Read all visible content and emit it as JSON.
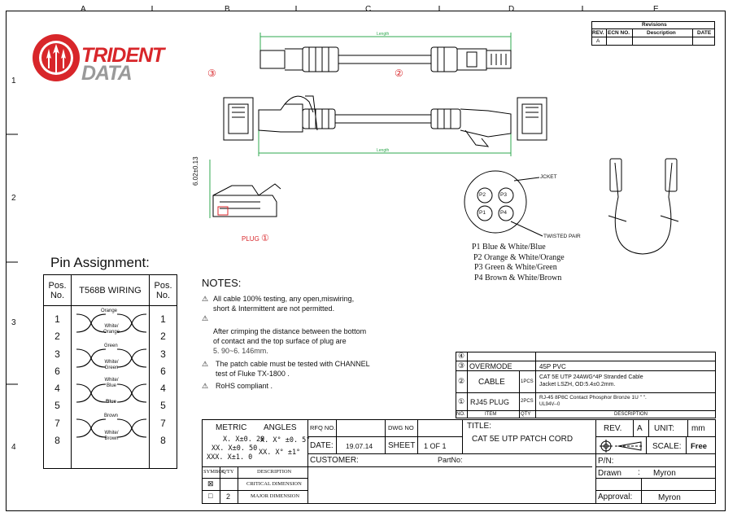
{
  "grid": {
    "cols": [
      "A",
      "B",
      "C",
      "D",
      "E"
    ],
    "rows": [
      "1",
      "2",
      "3",
      "4"
    ]
  },
  "logo": {
    "line1": "TRIDENT",
    "line2": "DATA"
  },
  "revisions": {
    "title": "Revisions",
    "headers": [
      "REV.",
      "ECN NO.",
      "Description",
      "DATE"
    ],
    "row": [
      "A",
      "",
      "",
      ""
    ]
  },
  "callouts": {
    "c3": "③",
    "c2": "②",
    "plug": "PLUG",
    "plug_num": "①"
  },
  "dims": {
    "top_length": "Length",
    "bottom_length": "Length",
    "height": "6.02±0.13"
  },
  "cable_section": {
    "jacket": "JCKET",
    "twisted": "TWISTED PAIR",
    "pairs": [
      "P2",
      "P3",
      "P1",
      "P4"
    ],
    "legend": [
      "P1  Blue & White/Blue",
      "P2  Orange & White/Orange",
      "P3  Green & White/Green",
      "P4  Brown & White/Brown"
    ]
  },
  "pin_assignment": {
    "title": "Pin Assignment:",
    "headers": [
      "Pos.\nNo.",
      "T568B WIRING",
      "Pos.\nNo."
    ],
    "rows": [
      {
        "left": "1",
        "right": "1",
        "wire": "Orange"
      },
      {
        "left": "2",
        "right": "2",
        "wire": "White/ Orange"
      },
      {
        "left": "3",
        "right": "3",
        "wire": "Green"
      },
      {
        "left": "6",
        "right": "6",
        "wire": "White/ Green"
      },
      {
        "left": "4",
        "right": "4",
        "wire": "White/ Blue"
      },
      {
        "left": "5",
        "right": "5",
        "wire": "Blue"
      },
      {
        "left": "7",
        "right": "7",
        "wire": "Brown"
      },
      {
        "left": "8",
        "right": "8",
        "wire": "White/ Brown"
      }
    ]
  },
  "notes": {
    "title": "NOTES:",
    "n1a": "All cable 100% testing, any open,miswiring,",
    "n1b": "short & Intermittent are not permitted.",
    "n2a": "After crimping the distance between the bottom",
    "n2b": "of contact and the top surface of plug are",
    "n2c": "5. 90~6. 146mm.",
    "n3a": "The patch cable must be tested  with CHANNEL",
    "n3b": "test of Fluke TX-1800 .",
    "n4": "RoHS compliant ."
  },
  "bom": {
    "rows": [
      {
        "no": "④",
        "item": "",
        "qty": "",
        "desc": ""
      },
      {
        "no": "③",
        "item": "OVERMODE",
        "qty": "",
        "desc": "45P  PVC"
      },
      {
        "no": "②",
        "item": "CABLE",
        "qty": "1PCS",
        "desc": "CAT  5E  UTP 24AWG*4P Stranded Cable",
        "desc2": "Jacket LSZH, OD:5.4±0.2mm."
      },
      {
        "no": "①",
        "item": "RJ45 PLUG",
        "qty": "2PCS",
        "desc": "RJ-45 8P8C  Contact Phosphor Bronze  1U \" \".",
        "desc2": "UL94V--0"
      }
    ],
    "headers": [
      "NO.",
      "ITEM",
      "QTY",
      "DESCRIPTION"
    ]
  },
  "title_block": {
    "metric": "METRIC",
    "angles": "ANGLES",
    "m1": "X. X±0. 20",
    "m2": "XX. X±0. 50",
    "m3": "XXX. X±1. 0",
    "a1": "X. X°  ±0. 5°",
    "a2": "XX. X°  ±1°",
    "rfq_label": "RFQ NO.",
    "rfq": "",
    "dwg_label": "DWG NO",
    "dwg": "",
    "date_label": "DATE:",
    "date": "19.07.14",
    "sheet_label": "SHEET",
    "sheet": "1  OF  1",
    "customer_label": "CUSTOMER:",
    "partno_label": "PartNo:",
    "title_label": "TITLE:",
    "title": "CAT 5E UTP PATCH CORD",
    "rev_label": "REV.",
    "rev": "A",
    "unit_label": "UNIT:",
    "unit": "mm",
    "scale_label": "SCALE:",
    "scale": "Free",
    "pn_label": "P/N:",
    "drawn_label": "Drawn",
    "drawn_sep": ":",
    "drawn": "Myron",
    "approval_label": "Approval:",
    "approval": "Myron",
    "sym_headers": [
      "SYMBOL",
      "Q'TY",
      "DESCRIPTION"
    ],
    "sym1_desc": "CRITICAL DIMENSION",
    "sym2_qty": "2",
    "sym2_desc": "MAJOR DIMENSION"
  },
  "colors": {
    "logo_red": "#d8262a",
    "logo_grey": "#9a9a9a",
    "dim_green": "#2fa84f"
  }
}
